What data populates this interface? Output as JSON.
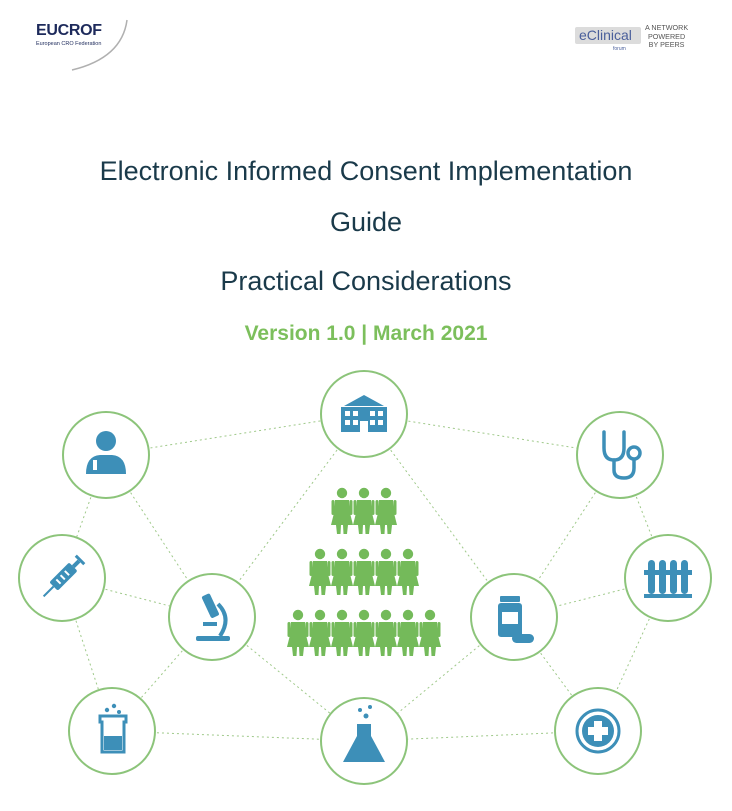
{
  "header": {
    "left_logo": {
      "name": "EUCROF",
      "subtitle": "European CRO Federation"
    },
    "right_logo": {
      "name": "eClinical",
      "sub": "forum",
      "tagline": [
        "A NETWORK",
        "POWERED",
        "BY PEERS"
      ]
    }
  },
  "document": {
    "title_line1": "Electronic Informed Consent Implementation",
    "title_line2": "Guide",
    "subtitle": "Practical Considerations",
    "version": "Version 1.0 | March 2021"
  },
  "illustration": {
    "accent_green": "#7cbf5c",
    "icon_blue": "#3d8fb8",
    "icons": [
      "doctor-icon",
      "hospital-icon",
      "stethoscope-icon",
      "syringe-icon",
      "microscope-icon",
      "people-pyramid-icon",
      "medicine-bottle-icon",
      "test-tubes-icon",
      "beaker-icon",
      "flask-icon",
      "medical-cross-icon"
    ]
  }
}
